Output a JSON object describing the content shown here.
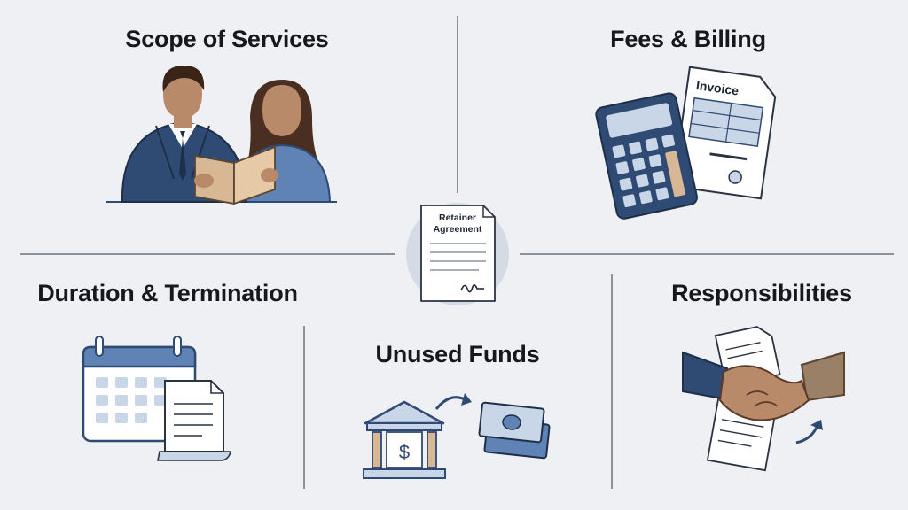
{
  "sections": {
    "scope": {
      "title": "Scope of Services"
    },
    "fees": {
      "title": "Fees & Billing",
      "invoice_label": "Invoice"
    },
    "duration": {
      "title": "Duration & Termination"
    },
    "unused": {
      "title": "Unused Funds",
      "currency_symbol": "$"
    },
    "responsibilities": {
      "title": "Responsibilities"
    }
  },
  "center": {
    "doc_line1": "Retainer",
    "doc_line2": "Agreement"
  },
  "colors": {
    "navy": "#2f4a73",
    "blue": "#5f83b5",
    "light_blue": "#c9d6e8",
    "skin": "#b98a6a",
    "tan": "#d8b894",
    "background": "#eef0f3",
    "divider": "#6b7380"
  }
}
